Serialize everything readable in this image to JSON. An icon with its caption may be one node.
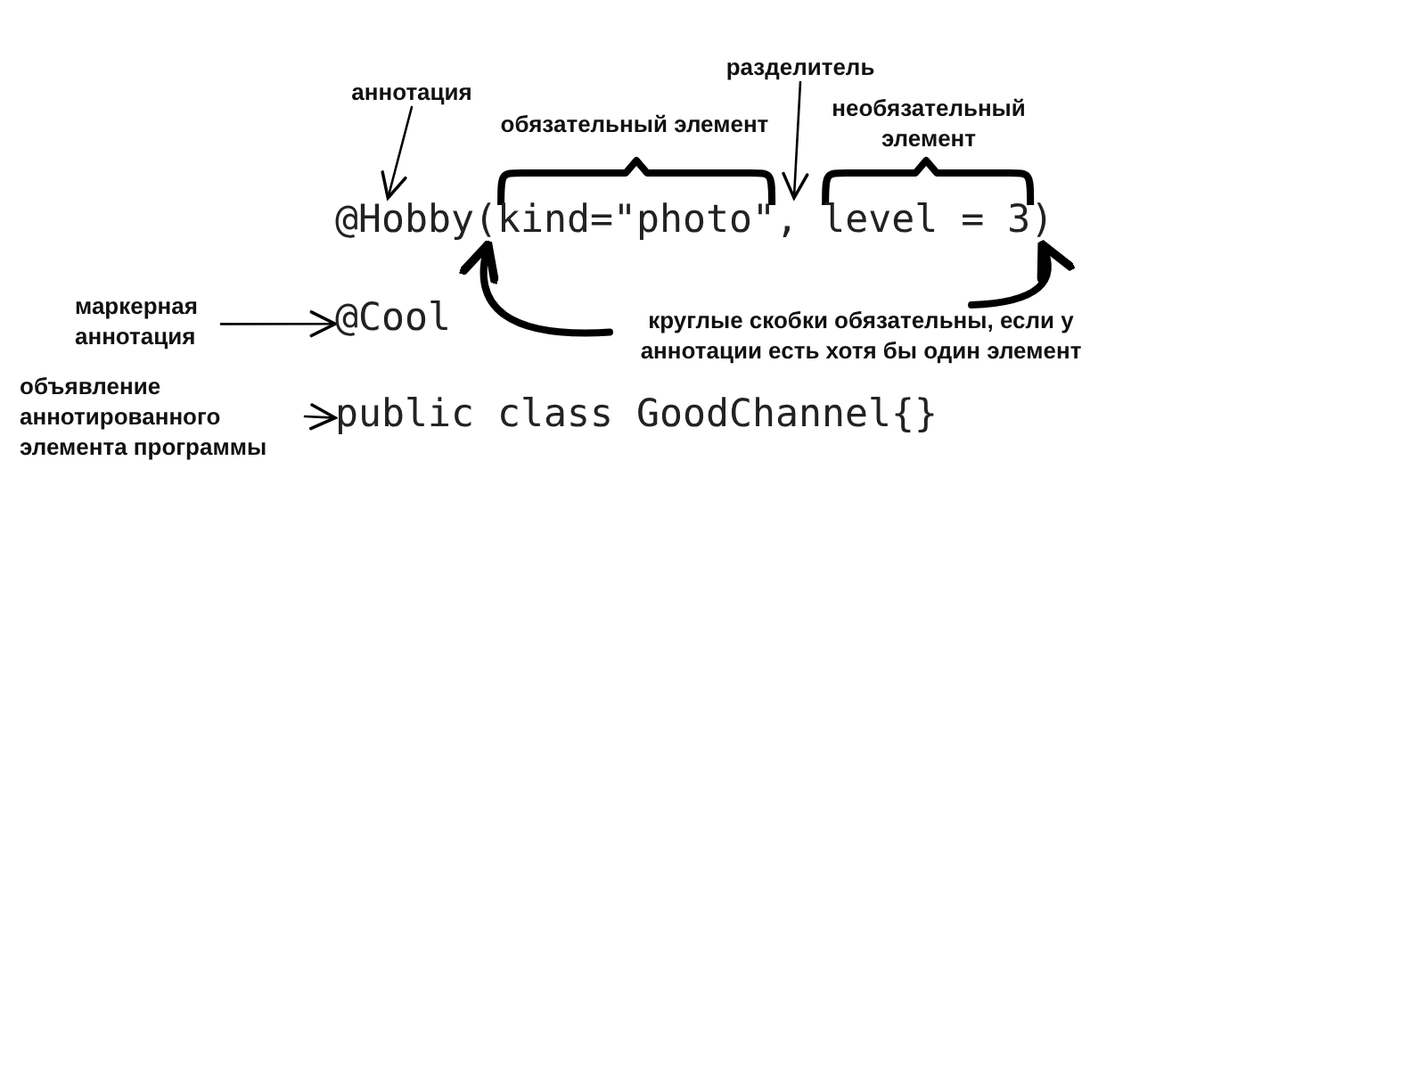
{
  "diagram": {
    "nodes": [
      {
        "text": [
          "разделитель"
        ]
      },
      {
        "text": [
          "аннотация"
        ]
      },
      {
        "text": [
          "@Hobby"
        ]
      },
      {
        "text": [
          "("
        ]
      },
      {
        "text": [
          "kind=\"photo\""
        ]
      },
      {
        "text": [
          ","
        ]
      },
      {
        "text": [
          "level = 3"
        ]
      },
      {
        "text": [
          ")"
        ]
      },
      {
        "text": [
          "маркерная аннотация"
        ]
      },
      {
        "text": [
          "@Cool"
        ]
      },
      {
        "text": [
          "круглые скобки обязательны, если у аннотации есть хотя бы один элемент"
        ]
      },
      {
        "text": [
          "объявление аннотированного элемента программы"
        ]
      },
      {
        "text": [
          "public class GoodChannel{}"
        ]
      }
    ],
    "edges": [
      {
        "from": 1,
        "to": 2,
        "arrow": "to"
      },
      {
        "from": 0,
        "to": 5,
        "arrow": "to"
      },
      {
        "from": 8,
        "to": 9,
        "arrow": "to"
      },
      {
        "from": 10,
        "to": 3,
        "arrow": "to",
        "style": "thick"
      },
      {
        "from": 10,
        "to": 7,
        "arrow": "to",
        "style": "thick"
      },
      {
        "from": 11,
        "to": 12,
        "arrow": "to"
      }
    ],
    "labels": [
      "обязательный элемент",
      "необязательный элемент"
    ]
  }
}
